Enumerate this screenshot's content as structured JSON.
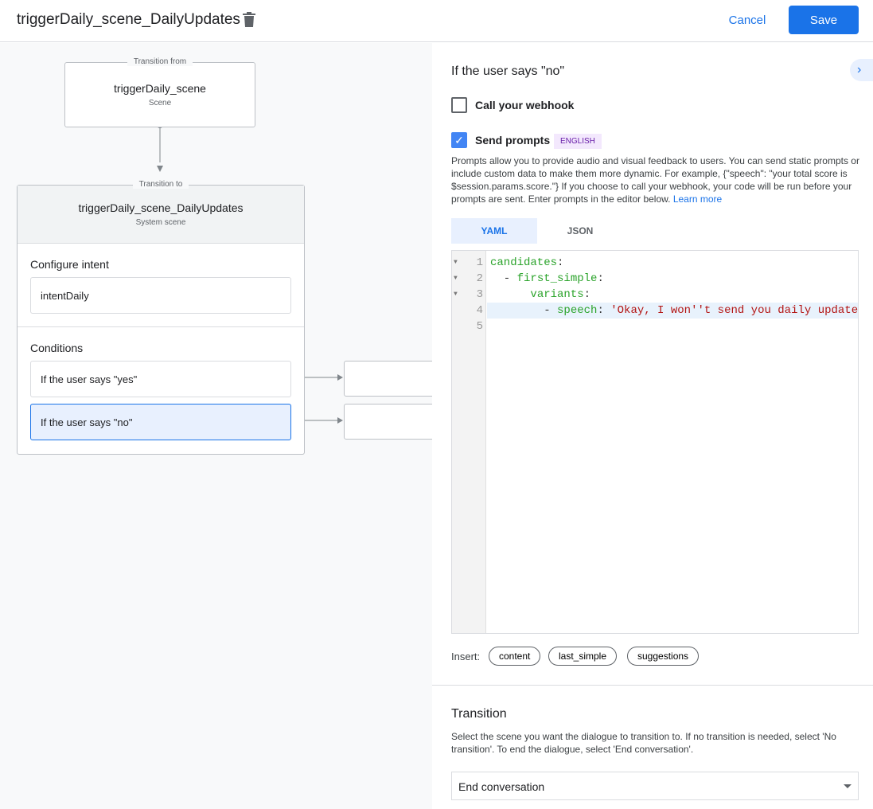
{
  "header": {
    "title": "triggerDaily_scene_DailyUpdates",
    "cancel": "Cancel",
    "save": "Save"
  },
  "canvas": {
    "from": {
      "legend": "Transition from",
      "name": "triggerDaily_scene",
      "type": "Scene"
    },
    "to": {
      "legend": "Transition to",
      "name": "triggerDaily_scene_DailyUpdates",
      "type": "System scene",
      "intent_label": "Configure intent",
      "intent": "intentDaily",
      "conditions_label": "Conditions",
      "conditions": [
        "If the user says \"yes\"",
        "If the user says \"no\""
      ]
    }
  },
  "panel": {
    "title": "If the user says \"no\"",
    "webhook": {
      "label": "Call your webhook",
      "checked": false
    },
    "prompts": {
      "label": "Send prompts",
      "checked": true,
      "badge": "ENGLISH",
      "description": "Prompts allow you to provide audio and visual feedback to users. You can send static prompts or include custom data to make them more dynamic. For example, {\"speech\": \"your total score is $session.params.score.\"} If you choose to call your webhook, your code will be run before your prompts are sent. Enter prompts in the editor below.",
      "learn_more": "Learn more"
    },
    "tabs": [
      "YAML",
      "JSON"
    ],
    "active_tab": "YAML",
    "code_lines": [
      "1",
      "2",
      "3",
      "4",
      "5"
    ],
    "code": {
      "l1k": "candidates",
      "l2k": "first_simple",
      "l3k": "variants",
      "l4k": "speech",
      "l4v": "'Okay, I won''t send you daily update"
    },
    "insert": {
      "label": "Insert:",
      "chips": [
        "content",
        "last_simple",
        "suggestions"
      ]
    },
    "transition": {
      "title": "Transition",
      "description": "Select the scene you want the dialogue to transition to. If no transition is needed, select 'No transition'. To end the dialogue, select 'End conversation'.",
      "selected": "End conversation"
    }
  },
  "colors": {
    "accent": "#1a73e8",
    "selected": "#e8f0fe"
  }
}
